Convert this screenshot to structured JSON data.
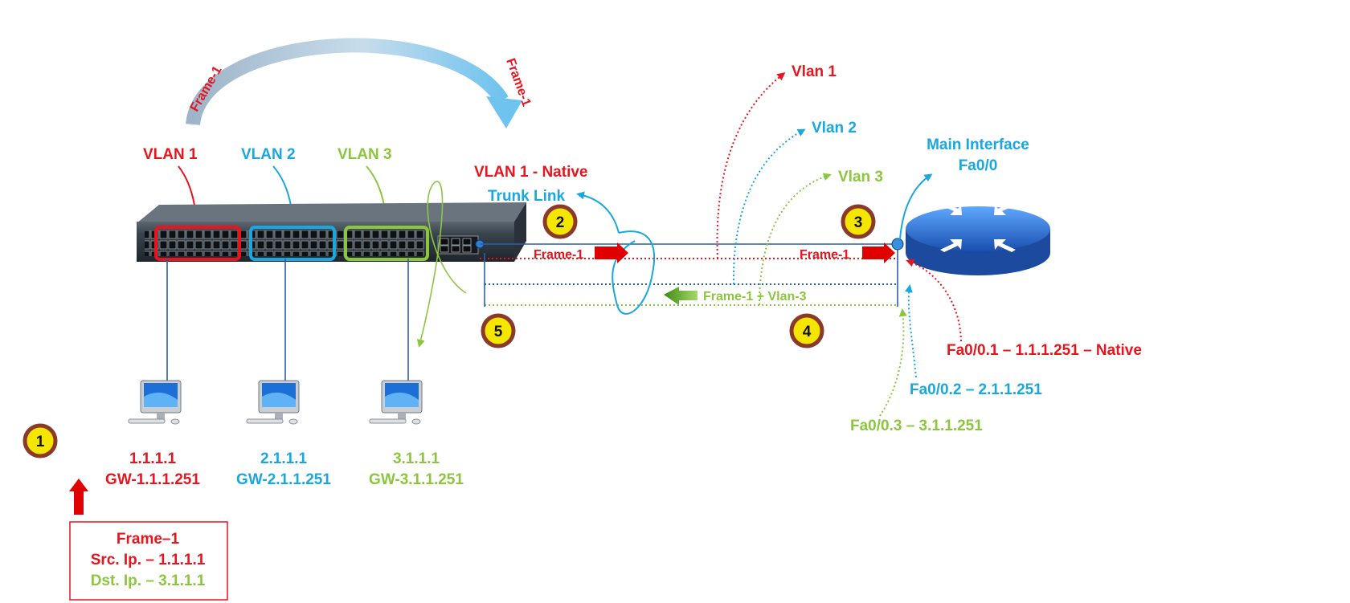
{
  "colors": {
    "red": "#e8141e",
    "blue": "#1aa7e0",
    "green": "#8cc63f",
    "marker_border": "#8b3a2a",
    "marker_fill": "#f5e600"
  },
  "markers": [
    "1",
    "2",
    "3",
    "4",
    "5"
  ],
  "switch": {
    "vlan_labels": [
      "VLAN 1",
      "VLAN 2",
      "VLAN 3"
    ],
    "arc_labels": [
      "Frame-1",
      "Frame-1"
    ]
  },
  "trunk": {
    "native_label": "VLAN 1 - Native",
    "trunk_label": "Trunk Link",
    "frame_left": "Frame-1",
    "frame_right": "Frame-1",
    "return_label": "Frame-1 + Vlan-3"
  },
  "router": {
    "main_interface": "Main Interface",
    "main_interface_name": "Fa0/0",
    "vlan_out": [
      "Vlan 1",
      "Vlan 2",
      "Vlan 3"
    ],
    "subinterfaces": [
      "Fa0/0.1 – 1.1.1.251 – Native",
      "Fa0/0.2 – 2.1.1.251",
      "Fa0/0.3 – 3.1.1.251"
    ]
  },
  "hosts": [
    {
      "ip": "1.1.1.1",
      "gw": "GW-1.1.1.251"
    },
    {
      "ip": "2.1.1.1",
      "gw": "GW-2.1.1.251"
    },
    {
      "ip": "3.1.1.1",
      "gw": "GW-3.1.1.251"
    }
  ],
  "frame_box": {
    "title": "Frame–1",
    "src": "Src. Ip. – 1.1.1.1",
    "dst": "Dst. Ip. – 3.1.1.1"
  }
}
